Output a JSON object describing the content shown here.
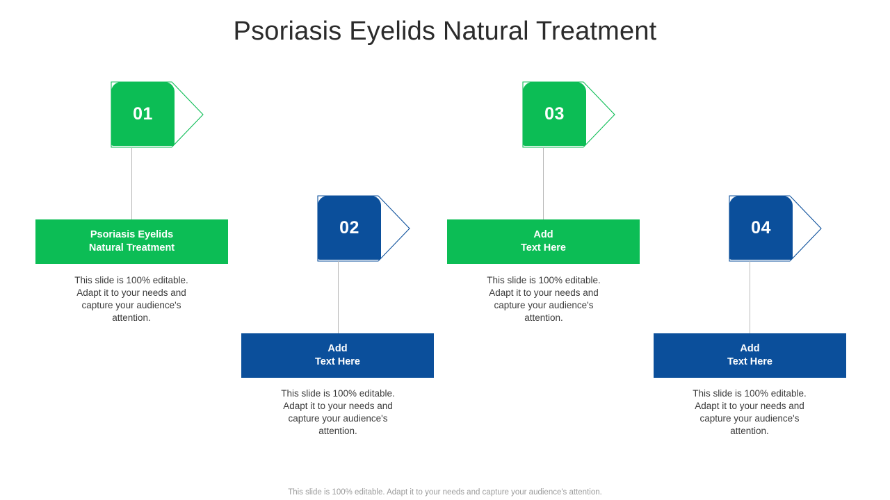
{
  "slide": {
    "title": "Psoriasis Eyelids Natural Treatment",
    "footer_note": "This slide is 100% editable. Adapt it to your needs and capture your audience's attention.",
    "colors": {
      "green": "#0CBD55",
      "blue": "#0B4F9B",
      "title_text": "#2B2B2B",
      "body_text": "#3B3B3B",
      "footer_text": "#9A9A9A",
      "connector": "#B9B9B9",
      "background": "#FFFFFF"
    }
  },
  "items": [
    {
      "number": "01",
      "color": "green",
      "heading": "Psoriasis Eyelids\nNatural Treatment",
      "body": "This slide is 100% editable. Adapt it to your needs and capture your audience's attention."
    },
    {
      "number": "02",
      "color": "blue",
      "heading": "Add\nText Here",
      "body": "This slide is 100% editable. Adapt it to your needs and capture your audience's attention."
    },
    {
      "number": "03",
      "color": "green",
      "heading": "Add\nText Here",
      "body": "This slide is 100% editable. Adapt it to your needs and capture your audience's attention."
    },
    {
      "number": "04",
      "color": "blue",
      "heading": "Add\nText Here",
      "body": "This slide is 100% editable. Adapt it to your needs and capture your audience's attention."
    }
  ]
}
